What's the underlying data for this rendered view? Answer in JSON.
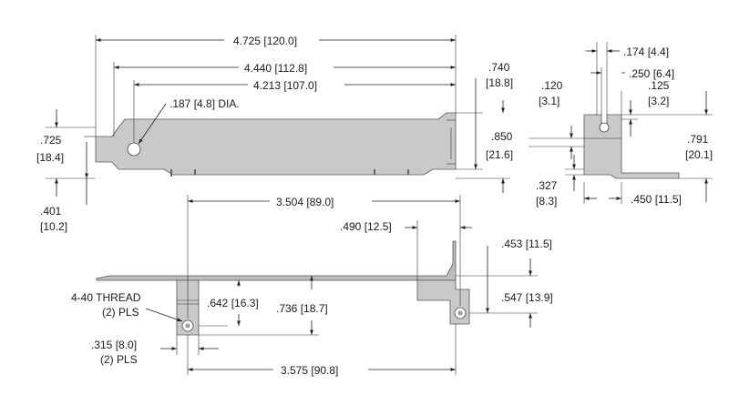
{
  "dimensions": {
    "overall_length": "4.725 [120.0]",
    "length_2": "4.440 [112.8]",
    "length_3": "4.213 [107.0]",
    "hole_dia": ".187 [4.8] DIA.",
    "tab_height": ".725",
    "tab_height_mm": "[18.4]",
    "bottom_offset": ".401",
    "bottom_offset_mm": "[10.2]",
    "bracket_height": ".740",
    "bracket_height_mm": "[18.8]",
    "end_height": ".850",
    "end_height_mm": "[21.6]",
    "slot_width": ".174 [4.4]",
    "slot_depth": ".250 [6.4]",
    "slot_top": ".120",
    "slot_top_mm": "[3.1]",
    "edge_thk": ".125",
    "edge_thk_mm": "[3.2]",
    "side_height": ".791",
    "side_height_mm": "[20.1]",
    "flange_height": ".327",
    "flange_height_mm": "[8.3]",
    "flange_len": ".450 [11.5]",
    "thread_spacing": "3.504 [89.0]",
    "right_offset": ".490 [12.5]",
    "right_height_1": ".453 [11.5]",
    "right_height_2": ".547 [13.9]",
    "thread_note_1": "4-40 THREAD",
    "thread_note_2": "(2) PLS",
    "boss_height_1": ".642 [16.3]",
    "boss_height_2": ".736 [18.7]",
    "boss_width": ".315 [8.0]",
    "boss_width_pls": "(2) PLS",
    "bottom_length": "3.575 [90.8]"
  }
}
